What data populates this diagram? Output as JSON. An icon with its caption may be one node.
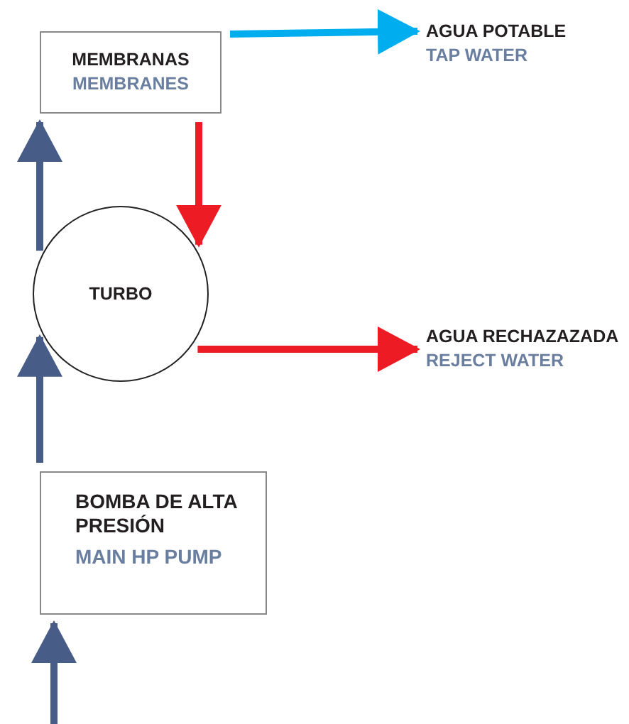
{
  "diagram": {
    "nodes": [
      {
        "text": [
          "MEMBRANAS",
          "MEMBRANES"
        ]
      },
      {
        "text": [
          "TURBO"
        ]
      },
      {
        "text": [
          "BOMBA DE ALTA PRESIÓN",
          "MAIN HP PUMP"
        ]
      },
      {
        "text": [
          "AGUA POTABLE",
          "TAP WATER"
        ]
      },
      {
        "text": [
          "AGUA RECHAZAZADA",
          "REJECT WATER"
        ]
      }
    ],
    "edges": [
      {
        "from": null,
        "to": 2,
        "arrow": "to"
      },
      {
        "from": 2,
        "to": 1,
        "arrow": "to"
      },
      {
        "from": 1,
        "to": 0,
        "arrow": "to"
      },
      {
        "from": 0,
        "to": 1,
        "arrow": "to",
        "color": "#ed1c24"
      },
      {
        "from": 0,
        "to": 3,
        "arrow": "to",
        "color": "#00aeef"
      },
      {
        "from": 1,
        "to": 4,
        "arrow": "to",
        "color": "#ed1c24"
      }
    ]
  }
}
